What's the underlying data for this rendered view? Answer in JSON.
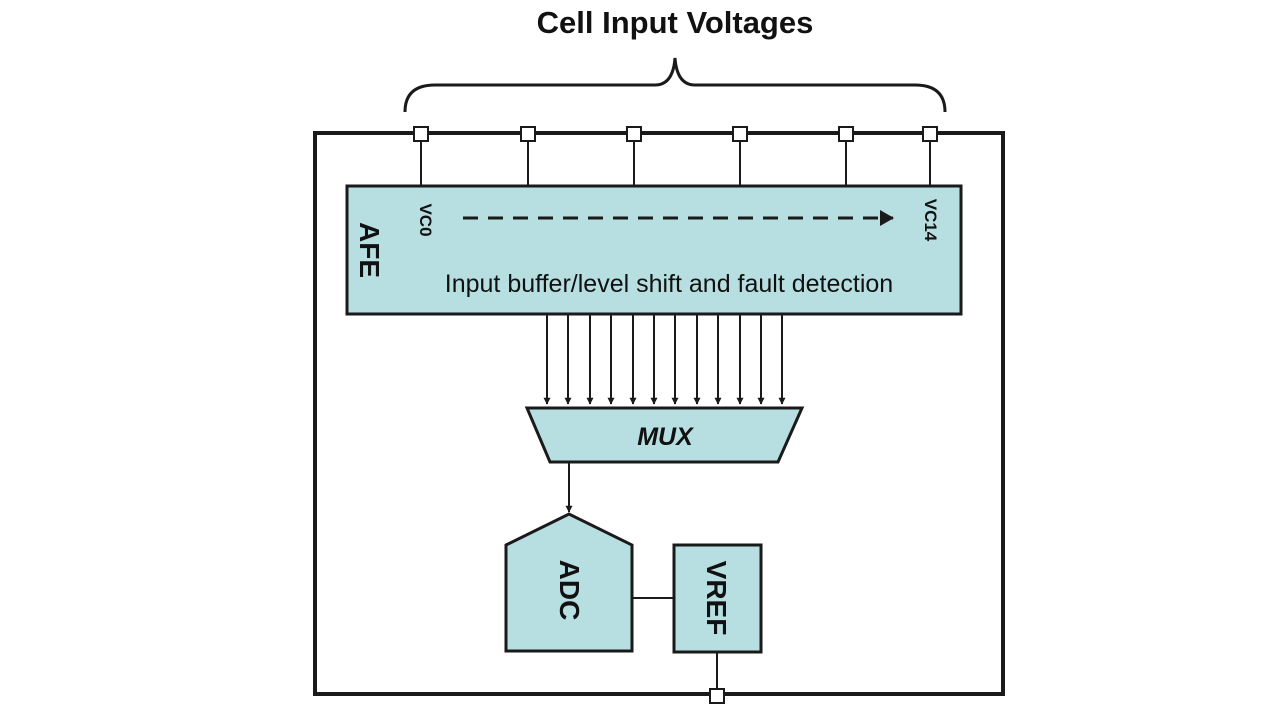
{
  "title": "Cell Input Voltages",
  "afe": {
    "label": "AFE",
    "description": "Input buffer/level shift and fault detection",
    "first_pin": "VC0",
    "last_pin": "VC14"
  },
  "mux": {
    "label": "MUX"
  },
  "adc": {
    "label": "ADC"
  },
  "vref": {
    "label": "VREF"
  },
  "colors": {
    "block_fill": "#b7dfe2",
    "stroke": "#1a1a1a",
    "background": "#ffffff"
  }
}
